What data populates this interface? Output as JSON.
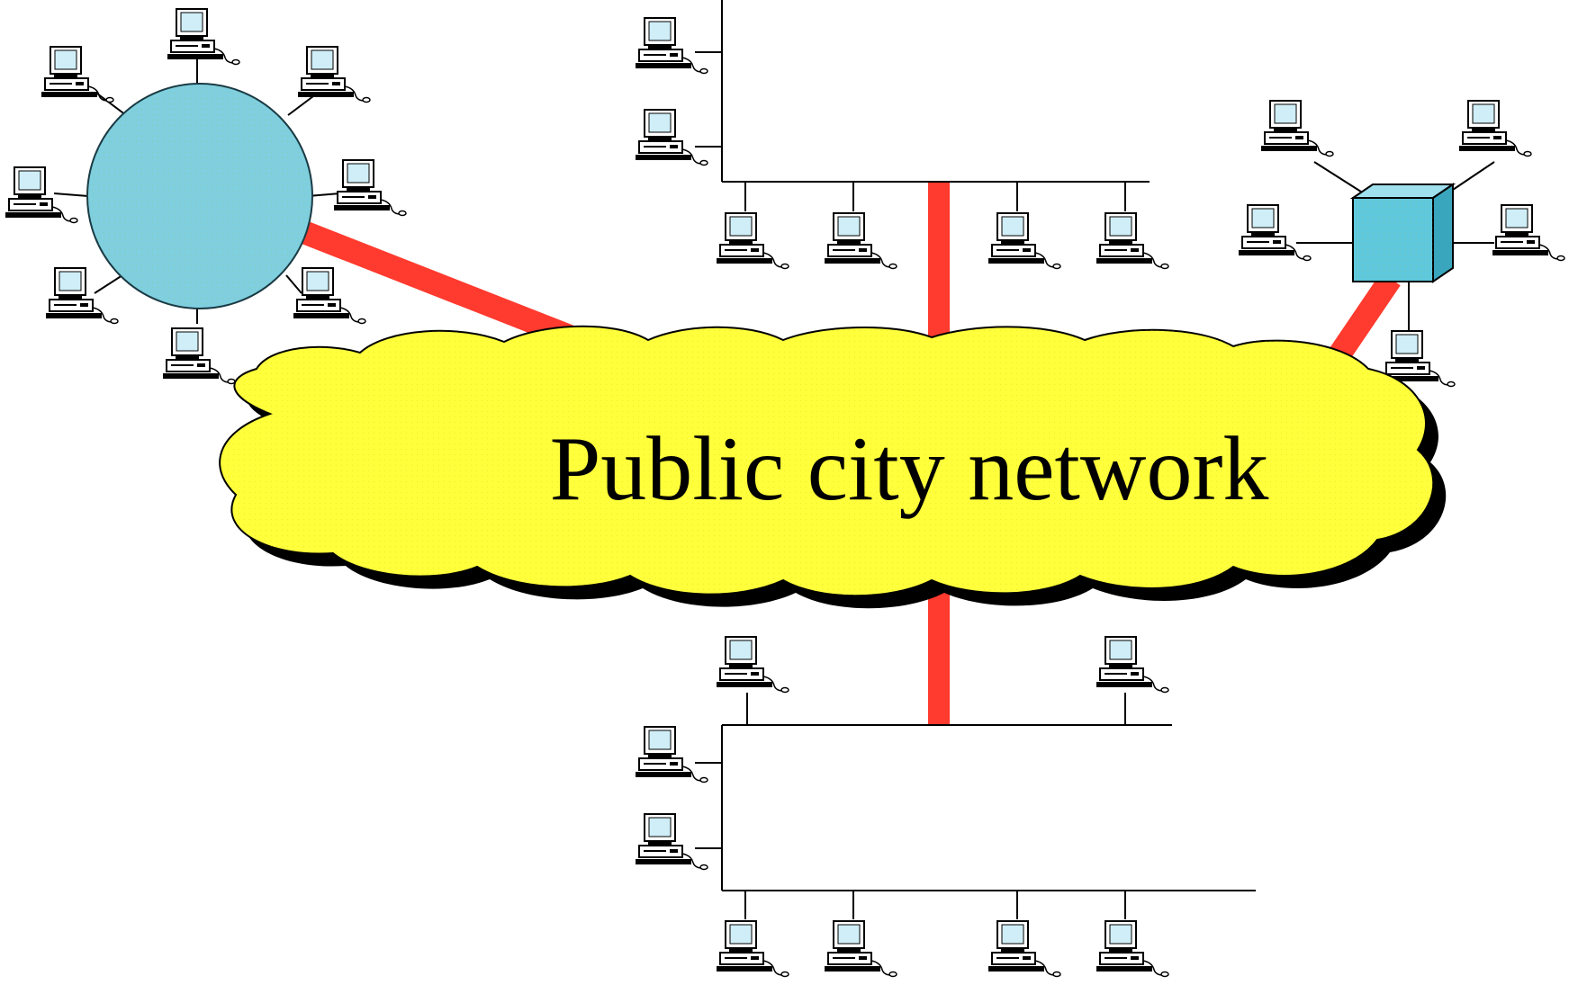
{
  "diagram": {
    "cloud_label": "Public city network",
    "colors": {
      "background": "#ffffff",
      "cloud_fill": "#ffff3c",
      "cloud_outline": "#000000",
      "cloud_shadow": "#000000",
      "backbone_link": "#ff3a2e",
      "ring_fill": "#7fcfdf",
      "hub_fill": "#5fc8dc",
      "lan_wire": "#000000",
      "computer_screen": "#cfeef7",
      "computer_body": "#ffffff"
    },
    "networks": [
      {
        "id": "ring",
        "topology": "ring",
        "computer_count": 8,
        "link": "backbone"
      },
      {
        "id": "top-bus",
        "topology": "bus",
        "computer_count": 6,
        "link": "backbone"
      },
      {
        "id": "star",
        "topology": "star",
        "computer_count": 5,
        "link": "backbone"
      },
      {
        "id": "bottom-bus",
        "topology": "bus",
        "computer_count": 8,
        "link": "backbone"
      }
    ],
    "icons": {
      "computer": "desktop-computer-icon",
      "ring": "ring-network-icon",
      "hub": "hub-cube-icon",
      "cloud": "cloud-icon"
    }
  }
}
